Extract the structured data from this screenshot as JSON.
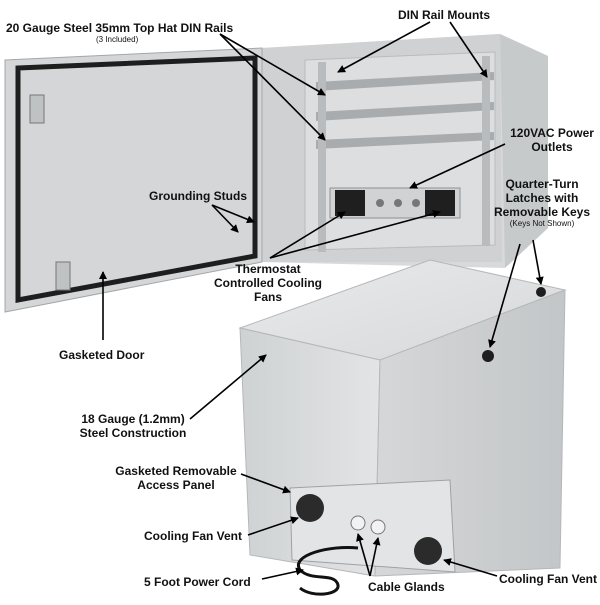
{
  "labels": {
    "din_rails_title": "20 Gauge Steel 35mm Top Hat DIN Rails",
    "din_rails_sub": "(3 Included)",
    "din_rail_mounts": "DIN Rail Mounts",
    "power_outlets_1": "120VAC Power",
    "power_outlets_2": "Outlets",
    "grounding_studs": "Grounding Studs",
    "latches_1": "Quarter-Turn",
    "latches_2": "Latches with",
    "latches_3": "Removable Keys",
    "latches_sub": "(Keys Not Shown)",
    "thermostat_1": "Thermostat",
    "thermostat_2": "Controlled Cooling",
    "thermostat_3": "Fans",
    "gasketed_door": "Gasketed Door",
    "steel_1": "18 Gauge (1.2mm)",
    "steel_2": "Steel Construction",
    "access_panel_1": "Gasketed Removable",
    "access_panel_2": "Access Panel",
    "fan_vent_left": "Cooling Fan Vent",
    "power_cord": "5 Foot Power Cord",
    "cable_glands": "Cable Glands",
    "fan_vent_right": "Cooling Fan Vent"
  },
  "colors": {
    "enclosure": "#d9dbdc",
    "enclosure_shadow": "#bfc2c4",
    "gasket": "#1e1e1e",
    "rail": "#a8abad",
    "arrow": "#000000"
  }
}
